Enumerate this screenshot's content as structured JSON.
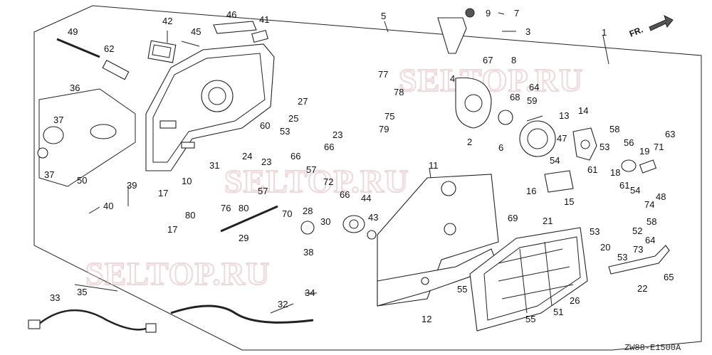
{
  "watermark": "SELTOP.RU",
  "direction_label": "FR.",
  "drawing_code": "ZW88-E1500A",
  "callouts": [
    "1",
    "2",
    "3",
    "4",
    "5",
    "6",
    "7",
    "8",
    "9",
    "10",
    "11",
    "12",
    "13",
    "14",
    "15",
    "16",
    "17",
    "17",
    "18",
    "19",
    "20",
    "21",
    "22",
    "23",
    "23",
    "24",
    "25",
    "26",
    "27",
    "28",
    "29",
    "30",
    "31",
    "32",
    "33",
    "34",
    "35",
    "36",
    "37",
    "37",
    "38",
    "39",
    "40",
    "41",
    "42",
    "43",
    "44",
    "45",
    "46",
    "47",
    "48",
    "49",
    "50",
    "51",
    "52",
    "53",
    "53",
    "53",
    "53",
    "54",
    "54",
    "55",
    "55",
    "56",
    "57",
    "57",
    "58",
    "58",
    "59",
    "60",
    "61",
    "61",
    "62",
    "63",
    "64",
    "64",
    "65",
    "66",
    "66",
    "66",
    "67",
    "68",
    "69",
    "70",
    "71",
    "72",
    "73",
    "74",
    "75",
    "76",
    "77",
    "78",
    "79",
    "80",
    "80"
  ]
}
